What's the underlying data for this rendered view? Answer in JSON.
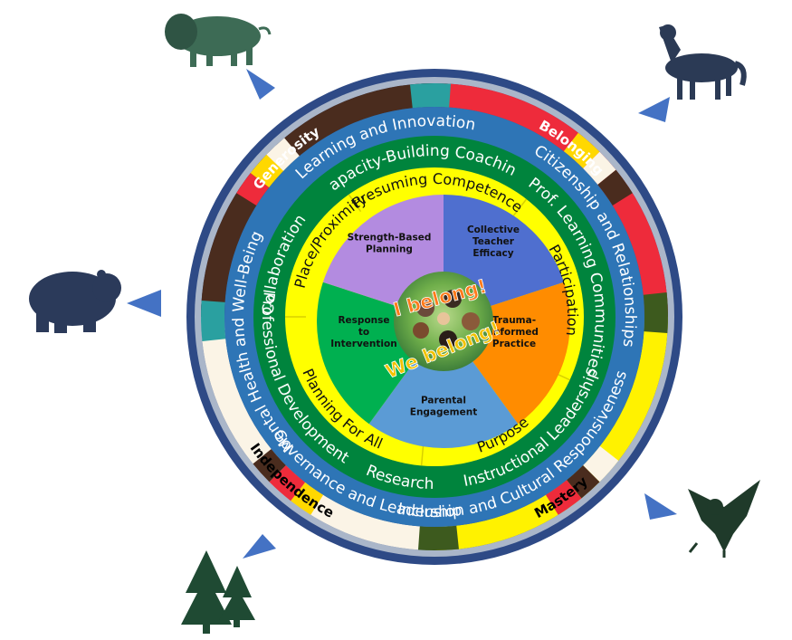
{
  "quadrants": [
    {
      "label": "Generosity",
      "color": "#4a2c1e",
      "text_color": "#ffffff"
    },
    {
      "label": "Belonging",
      "color": "#ee2b3b",
      "text_color": "#ffffff"
    },
    {
      "label": "Mastery",
      "color": "#fff200",
      "text_color": "#000000"
    },
    {
      "label": "Independence",
      "color": "#fbf4e6",
      "text_color": "#000000"
    }
  ],
  "blue_ring": [
    "Learning and Innovation",
    "Citizenship and Relationships",
    "Inclusion and Cultural Responsiveness",
    "Governance and Leadership",
    "Mental Health and Well-Being"
  ],
  "green_ring": [
    "Capacity-Building Coaching",
    "Prof. Learning Communities",
    "Instructional Leadership",
    "Research",
    "Professional Development",
    "Collaboration"
  ],
  "yellow_ring": [
    "Presuming Competence",
    "Participation",
    "Purpose",
    "Planning For All",
    "Place/Proximity"
  ],
  "pentagon": [
    {
      "lines": [
        "Collective",
        "Teacher",
        "Efficacy"
      ],
      "color": "#4f6fcf"
    },
    {
      "lines": [
        "Trauma-",
        "Informed",
        "Practice"
      ],
      "color": "#ff8c00"
    },
    {
      "lines": [
        "Parental",
        "Engagement"
      ],
      "color": "#5b9bd5"
    },
    {
      "lines": [
        "Response",
        "to",
        "Intervention"
      ],
      "color": "#00b050"
    },
    {
      "lines": [
        "Strength-Based",
        "Planning"
      ],
      "color": "#b38be0"
    }
  ],
  "center": {
    "line1": "I belong!",
    "line2": "We belong!"
  },
  "animals": [
    {
      "icon": "bison-icon"
    },
    {
      "icon": "wolf-icon"
    },
    {
      "icon": "bear-icon"
    },
    {
      "icon": "eagle-icon"
    },
    {
      "icon": "trees-icon"
    }
  ],
  "colors": {
    "outer_ring": "#2e4a86",
    "grey_band": "#aab6c9",
    "blue_ring": "#2e75b6",
    "green_ring": "#00843d",
    "yellow_ring": "#ffff00",
    "arrow": "#4472c4"
  }
}
